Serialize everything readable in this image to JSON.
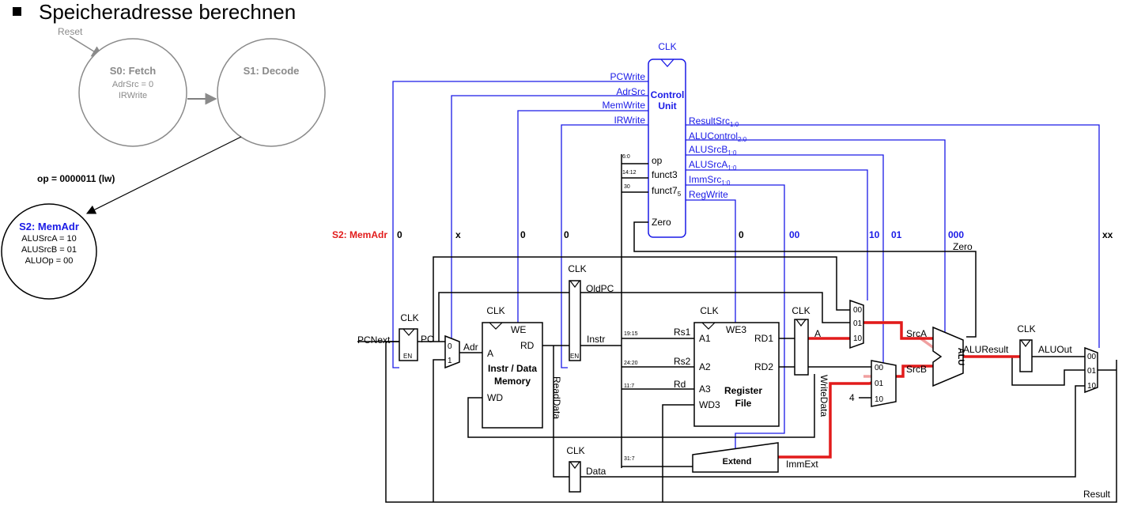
{
  "slide": {
    "heading": "Speicheradresse berechnen"
  },
  "fsm": {
    "reset": "Reset",
    "s0": {
      "title": "S0: Fetch",
      "line1": "AdrSrc = 0",
      "line2": "IRWrite"
    },
    "s1": {
      "title": "S1: Decode"
    },
    "transition": "op = 0000011 (lw)",
    "s2": {
      "title": "S2: MemAdr",
      "line1": "ALUSrcA = 10",
      "line2": "ALUSrcB = 01",
      "line3": "ALUOp = 00"
    }
  },
  "state_label": "S2: MemAdr",
  "control_unit": {
    "clk": "CLK",
    "title1": "Control",
    "title2": "Unit",
    "left_outputs": [
      "PCWrite",
      "AdrSrc",
      "MemWrite",
      "IRWrite"
    ],
    "inputs": [
      "op",
      "funct3",
      "funct7",
      "Zero"
    ],
    "funct7_sub": "5",
    "right_outputs": [
      "ResultSrc",
      "ALUControl",
      "ALUSrcB",
      "ALUSrcA",
      "ImmSrc",
      "RegWrite"
    ],
    "right_subs": [
      "1:0",
      "2:0",
      "1:0",
      "1:0",
      "1:0",
      ""
    ],
    "bits_labels": [
      "6:0",
      "14:12",
      "30"
    ]
  },
  "signal_values": {
    "pcwrite": "0",
    "adrsrc": "x",
    "memwrite": "0",
    "irwrite": "0",
    "regwrite": "0",
    "immsrc": "00",
    "alusrca": "10",
    "alusrcb": "01",
    "alucontrol": "000",
    "resultsrc": "xx"
  },
  "datapath": {
    "clk": "CLK",
    "pcnext": "PCNext",
    "pc": "PC",
    "en": "EN",
    "adr": "Adr",
    "mux0": "0",
    "mux1": "1",
    "mem": {
      "we": "WE",
      "a": "A",
      "rd": "RD",
      "wd": "WD",
      "title1": "Instr / Data",
      "title2": "Memory"
    },
    "oldpc": "OldPC",
    "instr": "Instr",
    "readdata": "ReadData",
    "data": "Data",
    "bits": {
      "rs1": "19:15",
      "rs2": "24:20",
      "rd": "11:7",
      "imm": "31:7"
    },
    "rf": {
      "rs1": "Rs1",
      "rs2": "Rs2",
      "rd": "Rd",
      "a1": "A1",
      "a2": "A2",
      "a3": "A3",
      "wd3": "WD3",
      "we3": "WE3",
      "rd1": "RD1",
      "rd2": "RD2",
      "title1": "Register",
      "title2": "File"
    },
    "reg_a": "A",
    "writedata": "WriteData",
    "extend": "Extend",
    "immext": "ImmExt",
    "srca_mux": [
      "00",
      "01",
      "10"
    ],
    "srcb_mux": [
      "00",
      "01",
      "10"
    ],
    "four": "4",
    "srca": "SrcA",
    "srcb": "SrcB",
    "alu": "ALU",
    "zero": "Zero",
    "aluresult": "ALUResult",
    "aluout": "ALUOut",
    "result_mux": [
      "00",
      "01",
      "10"
    ],
    "result": "Result"
  },
  "colors": {
    "control": "#1a1ae6",
    "active": "#e21b1b",
    "active_light": "#f0a0a0",
    "fsm_gray": "#8a8a8a"
  }
}
